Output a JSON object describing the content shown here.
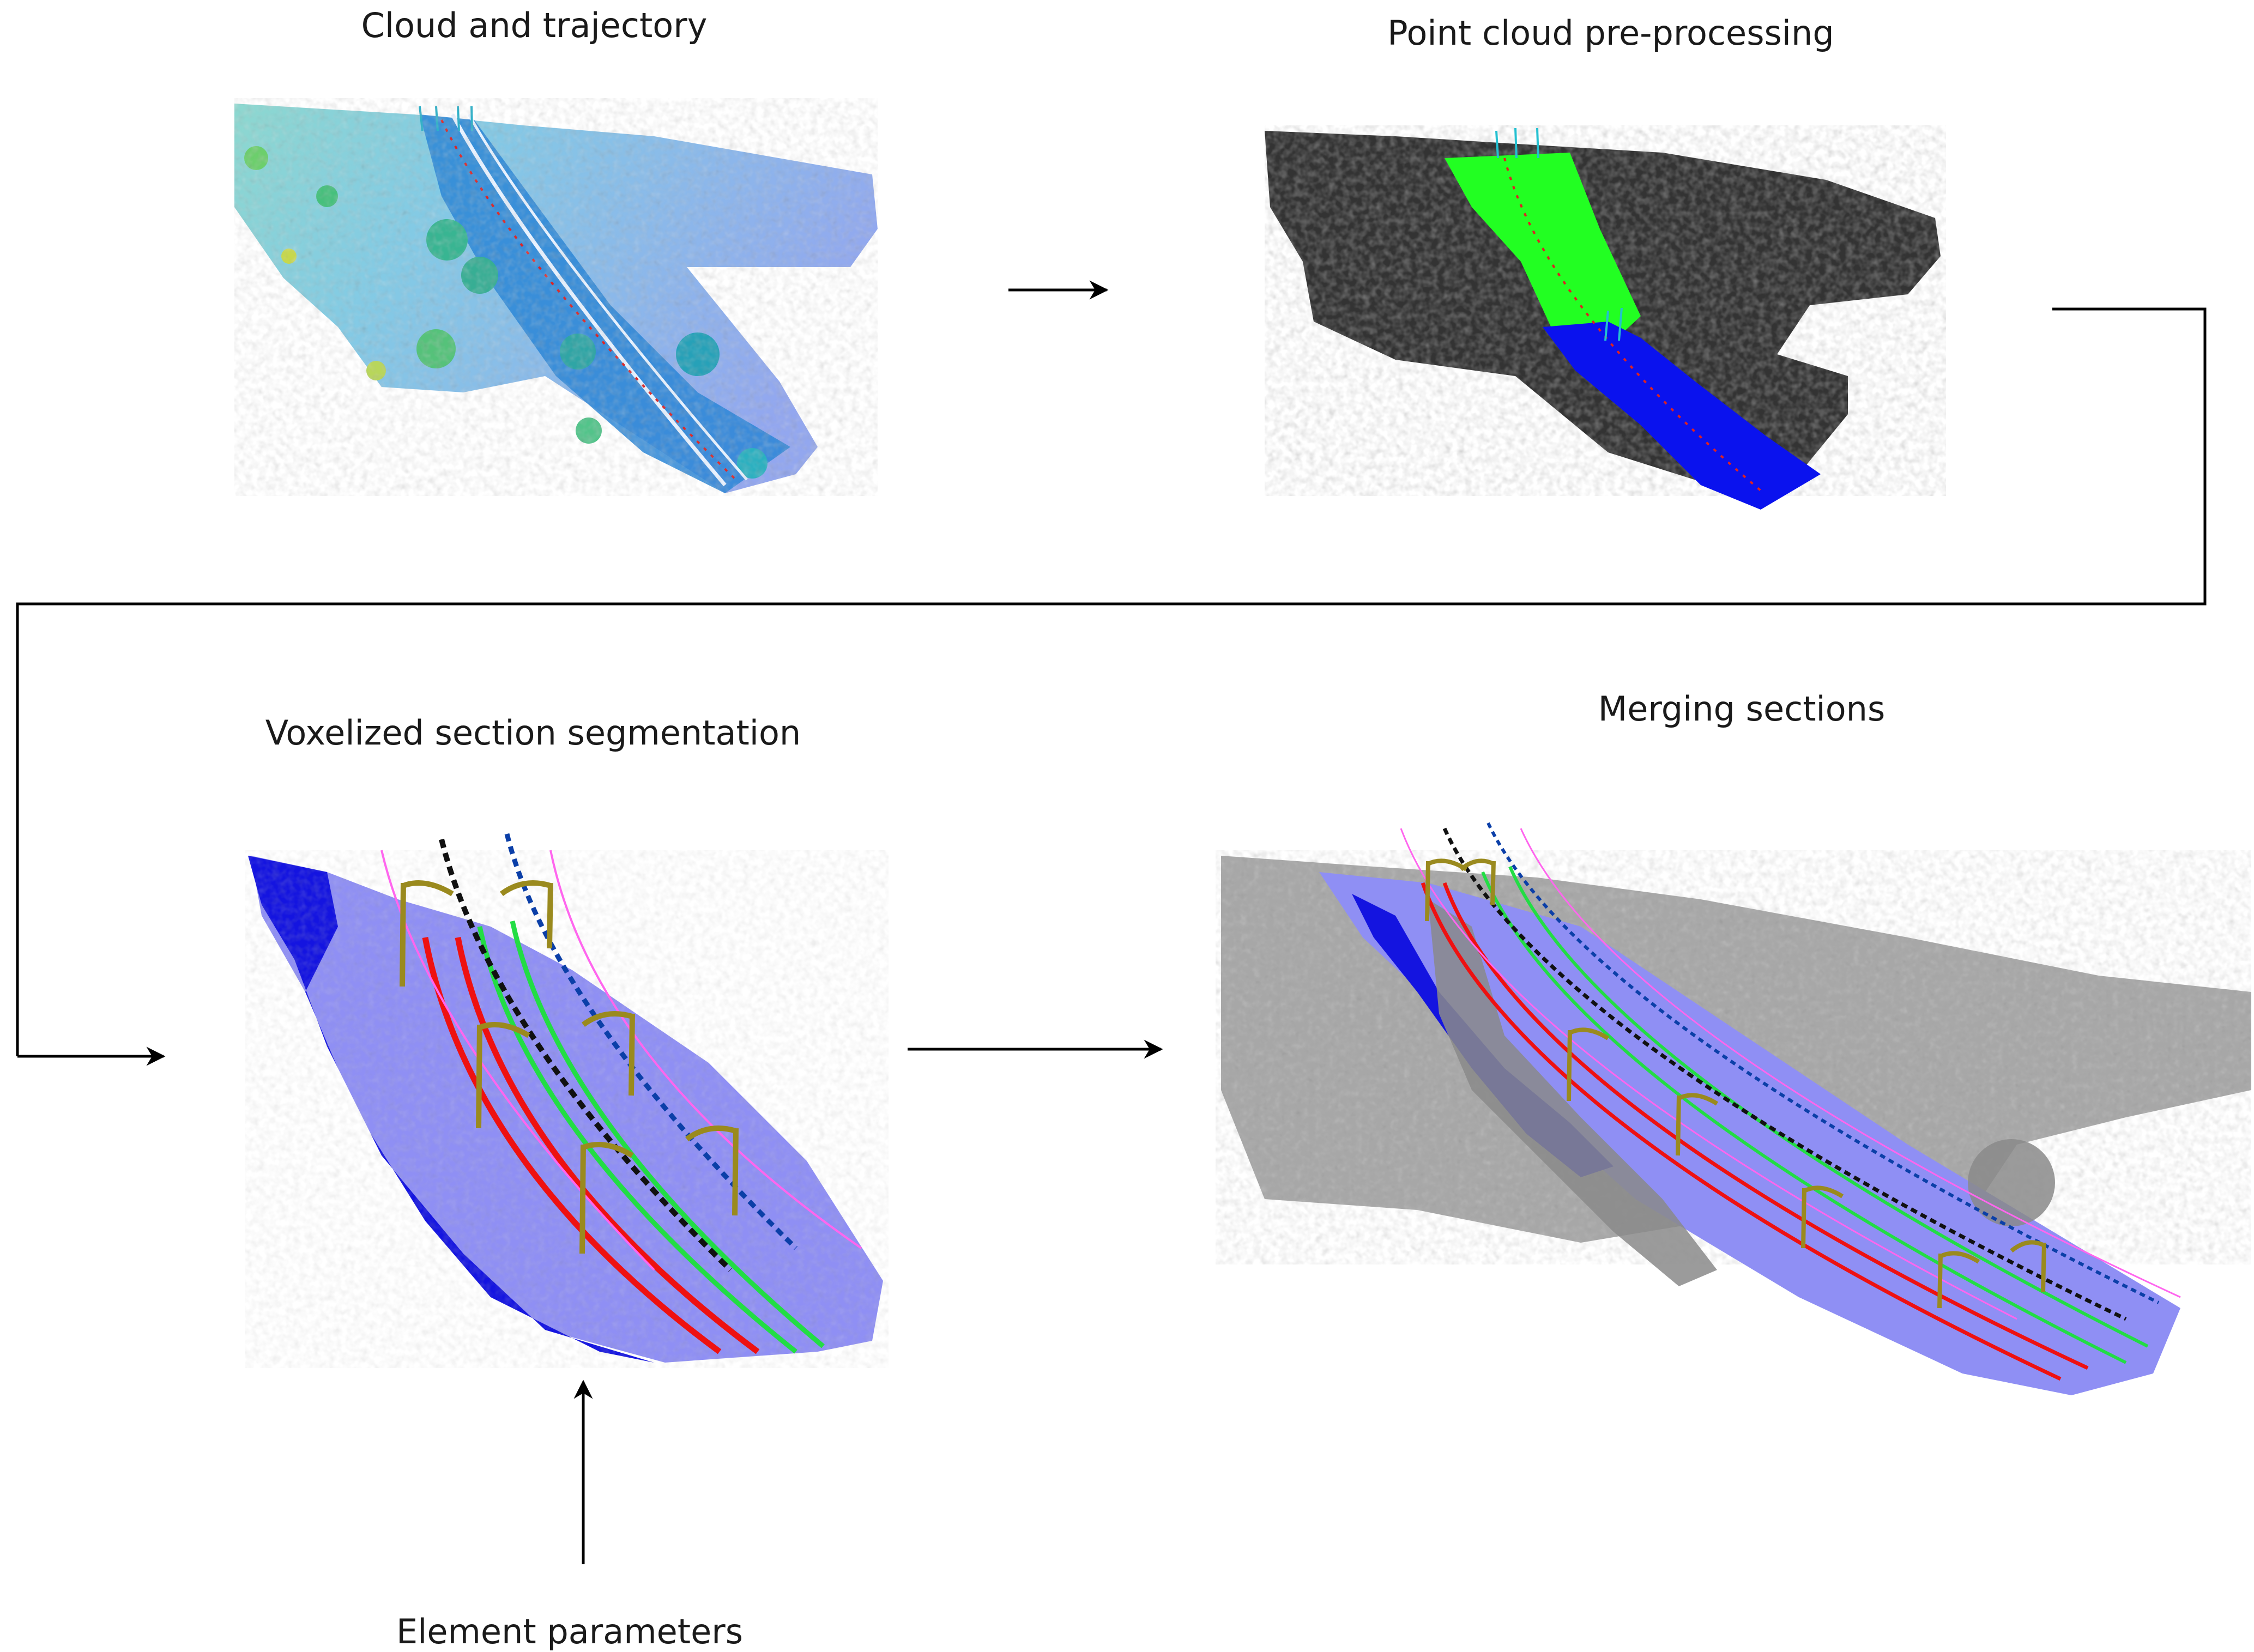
{
  "diagram": {
    "steps": [
      {
        "id": "cloud",
        "label": "Cloud and trajectory"
      },
      {
        "id": "preprocess",
        "label": "Point cloud pre-processing"
      },
      {
        "id": "voxel",
        "label": "Voxelized section segmentation"
      },
      {
        "id": "merge",
        "label": "Merging sections"
      }
    ],
    "input": {
      "label": "Element parameters"
    },
    "edges": [
      {
        "from": "cloud",
        "to": "preprocess"
      },
      {
        "from": "preprocess",
        "to": "voxel"
      },
      {
        "from": "voxel",
        "to": "merge"
      },
      {
        "from": "element-parameters",
        "to": "voxel"
      }
    ]
  },
  "colors": {
    "text": "#1a1a1a",
    "arrow": "#000000",
    "cloud_teal": "#1fa0c8",
    "cloud_blue": "#3a6fe0",
    "cloud_green": "#7ccf6a",
    "cloud_yellow": "#c9d84a",
    "dark_points": "#333333",
    "green_segment": "#22ff22",
    "blue_segment": "#0a12ee",
    "light_blue": "#8f8ff4",
    "gray_points": "#8a8a8a",
    "rail_red": "#ee1111",
    "rail_green": "#22dd44",
    "wire_magenta": "#ff66ee",
    "pole_olive": "#9a8a1e",
    "trajectory_red": "#dd2222"
  }
}
